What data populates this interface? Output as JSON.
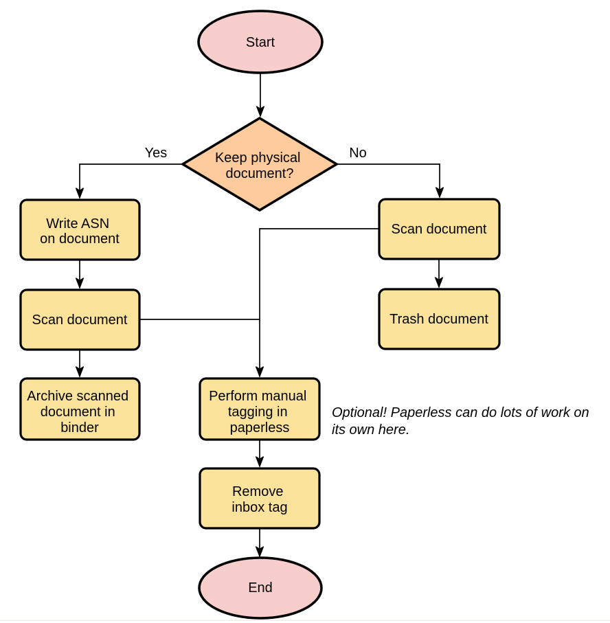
{
  "diagram": {
    "type": "flowchart",
    "colors": {
      "terminator_fill": "#F8CECC",
      "decision_fill": "#FECC9C",
      "process_fill": "#FCE39C",
      "stroke": "#000000",
      "bottom_rule": "#EFEDE6"
    },
    "nodes": {
      "start": {
        "label": "Start"
      },
      "decision": {
        "lines": [
          "Keep physical",
          "document?"
        ]
      },
      "write_asn": {
        "lines": [
          "Write ASN",
          "on document"
        ]
      },
      "scan_left": {
        "label": "Scan document"
      },
      "archive": {
        "lines": [
          "Archive scanned",
          "document in",
          "binder"
        ]
      },
      "scan_right": {
        "label": "Scan document"
      },
      "trash": {
        "label": "Trash document"
      },
      "tagging": {
        "lines": [
          "Perform manual",
          "tagging in",
          "paperless"
        ]
      },
      "remove_inbox": {
        "lines": [
          "Remove",
          "inbox tag"
        ]
      },
      "end": {
        "label": "End"
      }
    },
    "edge_labels": {
      "yes": "Yes",
      "no": "No"
    },
    "note": {
      "lines": [
        "Optional! Paperless can do lots of work on",
        "its own here."
      ]
    }
  }
}
